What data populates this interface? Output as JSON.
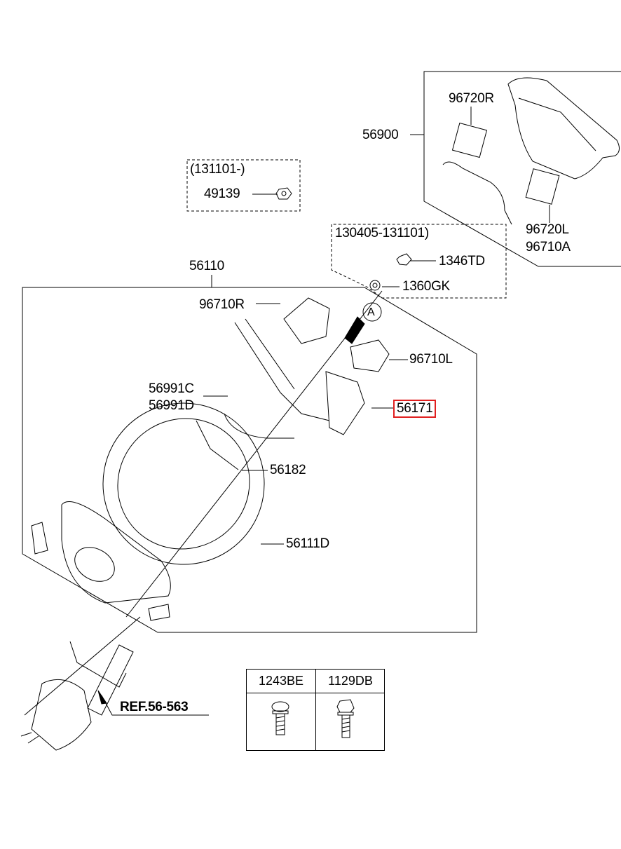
{
  "diagram": {
    "title": "Steering wheel parts diagram",
    "highlight_color": "#e02020",
    "callouts": {
      "p56900": "56900",
      "p96720R": "96720R",
      "p96720L": "96720L",
      "p96710A": "96710A",
      "range1": "(131101-)",
      "p49139": "49139",
      "range2": "130405-131101)",
      "p1346TD": "1346TD",
      "p1360GK": "1360GK",
      "p56110": "56110",
      "p96710R": "96710R",
      "view_a": "A",
      "p96710L": "96710L",
      "p56991C": "56991C",
      "p56991D": "56991D",
      "p56171": "56171",
      "p56182": "56182",
      "p56111D": "56111D",
      "ref": "REF.56-563"
    },
    "highlighted_part": "56171",
    "fastener_table": {
      "headers": [
        "1243BE",
        "1129DB"
      ],
      "icons": [
        "screw-icon",
        "bolt-icon"
      ]
    }
  }
}
